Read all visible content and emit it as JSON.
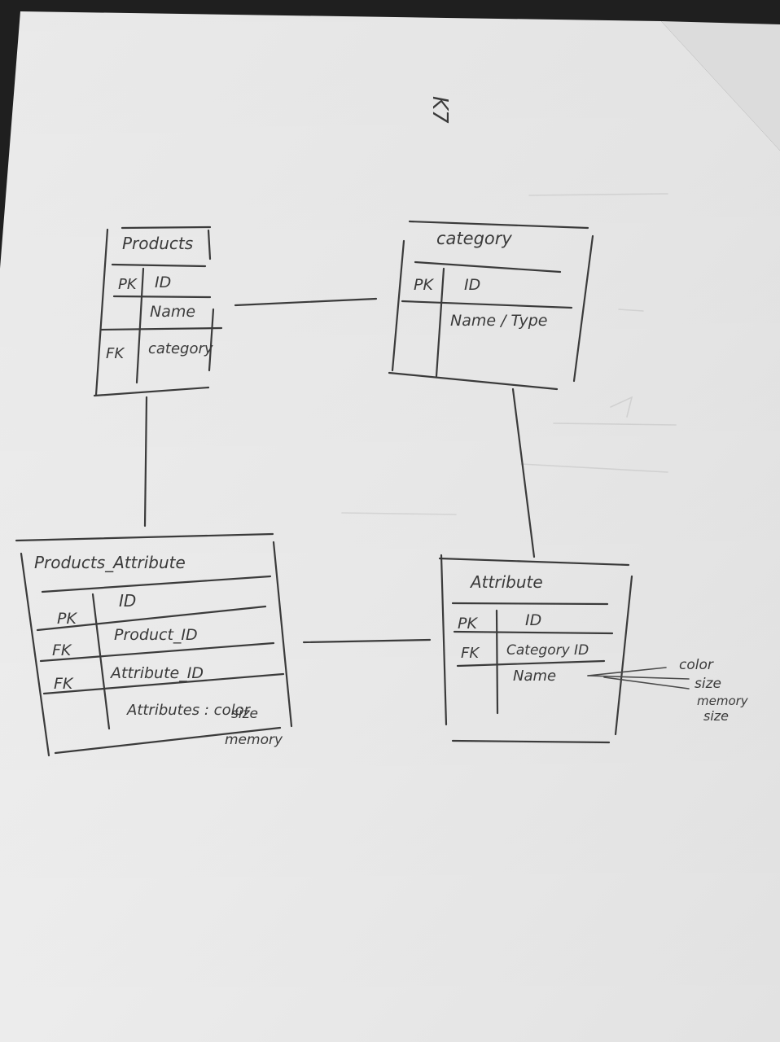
{
  "page_label": "K7",
  "tables": {
    "products": {
      "title": "Products",
      "rows": [
        {
          "key": "PK",
          "field": "ID"
        },
        {
          "key": "",
          "field": "Name"
        },
        {
          "key": "FK",
          "field": "category"
        }
      ]
    },
    "category": {
      "title": "category",
      "rows": [
        {
          "key": "PK",
          "field": "ID"
        },
        {
          "key": "",
          "field": "Name / Type"
        }
      ]
    },
    "products_attribute": {
      "title": "Products_Attribute",
      "rows": [
        {
          "key": "PK",
          "field": "ID"
        },
        {
          "key": "FK",
          "field": "Product_ID"
        },
        {
          "key": "FK",
          "field": "Attribute_ID"
        },
        {
          "key": "",
          "field": "Attributes : color"
        }
      ],
      "notes": [
        "size",
        "memory"
      ]
    },
    "attribute": {
      "title": "Attribute",
      "rows": [
        {
          "key": "PK",
          "field": "ID"
        },
        {
          "key": "FK",
          "field": "Category ID"
        },
        {
          "key": "",
          "field": "Name"
        }
      ],
      "notes": [
        "color",
        "size",
        "memory",
        "size"
      ]
    }
  }
}
